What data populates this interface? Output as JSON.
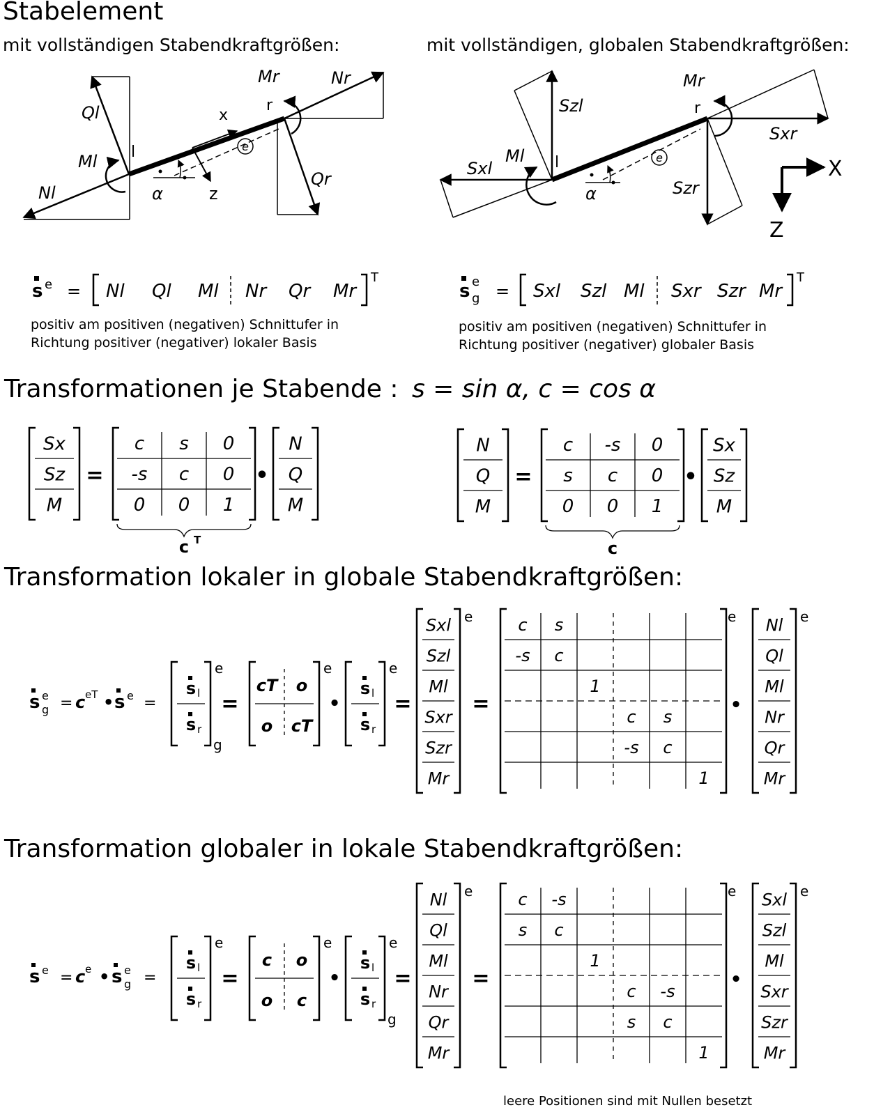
{
  "title": "Stabelement",
  "left_subtitle": "mit vollständigen Stabendkraftgrößen:",
  "right_subtitle": "mit vollständigen, globalen Stabendkraftgrößen:",
  "left_diagram": {
    "labels": {
      "Ql": "Ql",
      "Ml": "Ml",
      "Nl": "Nl",
      "l": "l",
      "alpha": "α",
      "x": "x",
      "z": "z",
      "e": "e",
      "Mr": "Mr",
      "Nr": "Nr",
      "r": "r",
      "Qr": "Qr"
    }
  },
  "right_diagram": {
    "labels": {
      "Szl": "Szl",
      "Ml": "Ml",
      "Sxl": "Sxl",
      "l": "l",
      "alpha": "α",
      "e": "e",
      "Mr": "Mr",
      "r": "r",
      "Sxr": "Sxr",
      "Szr": "Szr",
      "X": "X",
      "Z": "Z"
    }
  },
  "local_vector": {
    "lhs": "s",
    "lhs_sup": "e",
    "entries_left": [
      "Nl",
      "Ql",
      "Ml"
    ],
    "entries_right": [
      "Nr",
      "Qr",
      "Mr"
    ],
    "sup": "T",
    "note_line1": "positiv am positiven (negativen) Schnittufer in",
    "note_line2": "Richtung positiver (negativer) lokaler Basis"
  },
  "global_vector": {
    "lhs": "s",
    "lhs_sup": "e",
    "lhs_sub": "g",
    "entries_left": [
      "Sxl",
      "Szl",
      "Ml"
    ],
    "entries_right": [
      "Sxr",
      "Szr",
      "Mr"
    ],
    "sup": "T",
    "note_line1": "positiv am positiven (negativen) Schnittufer in",
    "note_line2": "Richtung positiver (negativer) globaler Basis"
  },
  "section_transform_end": {
    "heading": "Transformationen je Stabende :",
    "formula": "s = sin α,  c = cos α"
  },
  "transform_left": {
    "lhs": [
      "Sx",
      "Sz",
      "M"
    ],
    "matrix": [
      [
        "c",
        "s",
        "0"
      ],
      [
        "-s",
        "c",
        "0"
      ],
      [
        "0",
        "0",
        "1"
      ]
    ],
    "rhs": [
      "N",
      "Q",
      "M"
    ],
    "brace_label": "c",
    "brace_sup": "T"
  },
  "transform_right": {
    "lhs": [
      "N",
      "Q",
      "M"
    ],
    "matrix": [
      [
        "c",
        "-s",
        "0"
      ],
      [
        "s",
        "c",
        "0"
      ],
      [
        "0",
        "0",
        "1"
      ]
    ],
    "rhs": [
      "Sx",
      "Sz",
      "M"
    ],
    "brace_label": "c"
  },
  "section_local_to_global": {
    "heading": "Transformation lokaler in globale Stabendkraftgrößen:",
    "lhs_vec": [
      "Sxl",
      "Szl",
      "Ml",
      "Sxr",
      "Szr",
      "Mr"
    ],
    "big_matrix": [
      [
        "c",
        "s",
        "",
        "",
        "",
        ""
      ],
      [
        "-s",
        "c",
        "",
        "",
        "",
        ""
      ],
      [
        "",
        "",
        "1",
        "",
        "",
        ""
      ],
      [
        "",
        "",
        "",
        "c",
        "s",
        ""
      ],
      [
        "",
        "",
        "",
        "-s",
        "c",
        ""
      ],
      [
        "",
        "",
        "",
        "",
        "",
        "1"
      ]
    ],
    "rhs_vec": [
      "Nl",
      "Ql",
      "Ml",
      "Nr",
      "Qr",
      "Mr"
    ],
    "block_matrix": [
      [
        "cT",
        "o"
      ],
      [
        "o",
        "cT"
      ]
    ]
  },
  "section_global_to_local": {
    "heading": "Transformation globaler in lokale Stabendkraftgrößen:",
    "lhs_vec": [
      "Nl",
      "Ql",
      "Ml",
      "Nr",
      "Qr",
      "Mr"
    ],
    "big_matrix": [
      [
        "c",
        "-s",
        "",
        "",
        "",
        ""
      ],
      [
        "s",
        "c",
        "",
        "",
        "",
        ""
      ],
      [
        "",
        "",
        "1",
        "",
        "",
        ""
      ],
      [
        "",
        "",
        "",
        "c",
        "-s",
        ""
      ],
      [
        "",
        "",
        "",
        "s",
        "c",
        ""
      ],
      [
        "",
        "",
        "",
        "",
        "",
        "1"
      ]
    ],
    "rhs_vec": [
      "Sxl",
      "Szl",
      "Ml",
      "Sxr",
      "Szr",
      "Mr"
    ],
    "block_matrix": [
      [
        "c",
        "o"
      ],
      [
        "o",
        "c"
      ]
    ],
    "footnote": "leere Positionen sind mit Nullen besetzt"
  },
  "symbols": {
    "e": "e",
    "g": "g",
    "T": "T",
    "eT": "eT",
    "l": "l",
    "r": "r",
    "equals": "=",
    "dot": "•",
    "c": "c"
  }
}
